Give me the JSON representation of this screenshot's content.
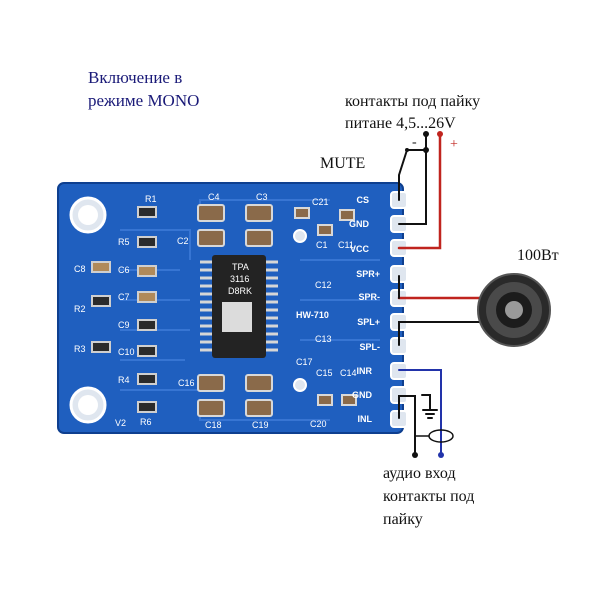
{
  "title": {
    "line1": "Включение в",
    "line2": "режиме MONO"
  },
  "power": {
    "line1": "контакты под пайку",
    "line2": "питане 4,5...26V",
    "minus": "-",
    "plus": "+"
  },
  "mute_label": "MUTE",
  "speaker_label": "100Вт",
  "audio": {
    "line1": "аудио вход",
    "line2": "контакты под",
    "line3": "пайку"
  },
  "board": {
    "model": "HW-710",
    "pins": [
      "CS",
      "GND",
      "VCC",
      "SPR+",
      "SPR-",
      "SPL+",
      "SPL-",
      "INR",
      "GND",
      "INL"
    ],
    "components": [
      "R1",
      "R5",
      "C6",
      "C7",
      "C9",
      "C10",
      "R4",
      "R6",
      "R2",
      "R3",
      "C8",
      "C1",
      "C2",
      "C3",
      "C4",
      "C21",
      "C11",
      "C12",
      "C13",
      "C15",
      "C14",
      "C16",
      "C18",
      "C19",
      "C20",
      "C17",
      "V2"
    ],
    "chip": {
      "line1": "TPA",
      "line2": "3116",
      "line3": "D8RK"
    }
  },
  "colors": {
    "board": "#1f5fbf",
    "wire_red": "#c0241e",
    "wire_black": "#111111",
    "wire_blue": "#2233aa",
    "title": "#1a1a78"
  }
}
